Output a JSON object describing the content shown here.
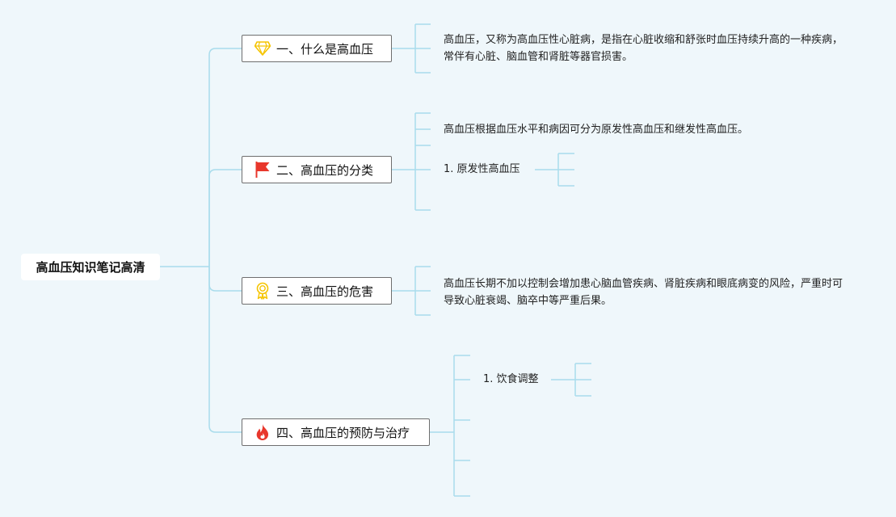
{
  "root": {
    "title": "高血压知识笔记高清"
  },
  "branches": [
    {
      "label": "一、什么是高血压",
      "icon": "diamond-icon",
      "icon_color": "#f5c400",
      "texts": [
        "高血压，又称为高血压性心脏病，是指在心脏收缩和舒张时血压持续升高的一种疾病，常伴有心脏、脑血管和肾脏等器官损害。"
      ]
    },
    {
      "label": "二、高血压的分类",
      "icon": "flag-icon",
      "icon_color": "#e8372c",
      "texts": [
        "高血压根据血压水平和病因可分为原发性高血压和继发性高血压。"
      ],
      "subs": [
        "1. 原发性高血压"
      ]
    },
    {
      "label": "三、高血压的危害",
      "icon": "award-icon",
      "icon_color": "#f5c400",
      "texts": [
        "高血压长期不加以控制会增加患心脑血管疾病、肾脏疾病和眼底病变的风险，严重时可导致心脏衰竭、脑卒中等严重后果。"
      ]
    },
    {
      "label": "四、高血压的预防与治疗",
      "icon": "fire-icon",
      "icon_color": "#e8372c",
      "subs": [
        "1. 饮食调整"
      ]
    }
  ]
}
